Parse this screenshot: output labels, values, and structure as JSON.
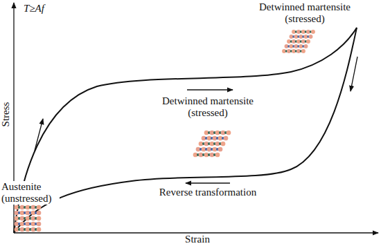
{
  "diagram": {
    "labels": [
      "T≥Af",
      "Detwinned martensite (stressed)",
      "Detwinned martensite (stressed)",
      "Austenite (unstressed)",
      "Reverse transformation",
      "Stress",
      "Strain"
    ]
  }
}
